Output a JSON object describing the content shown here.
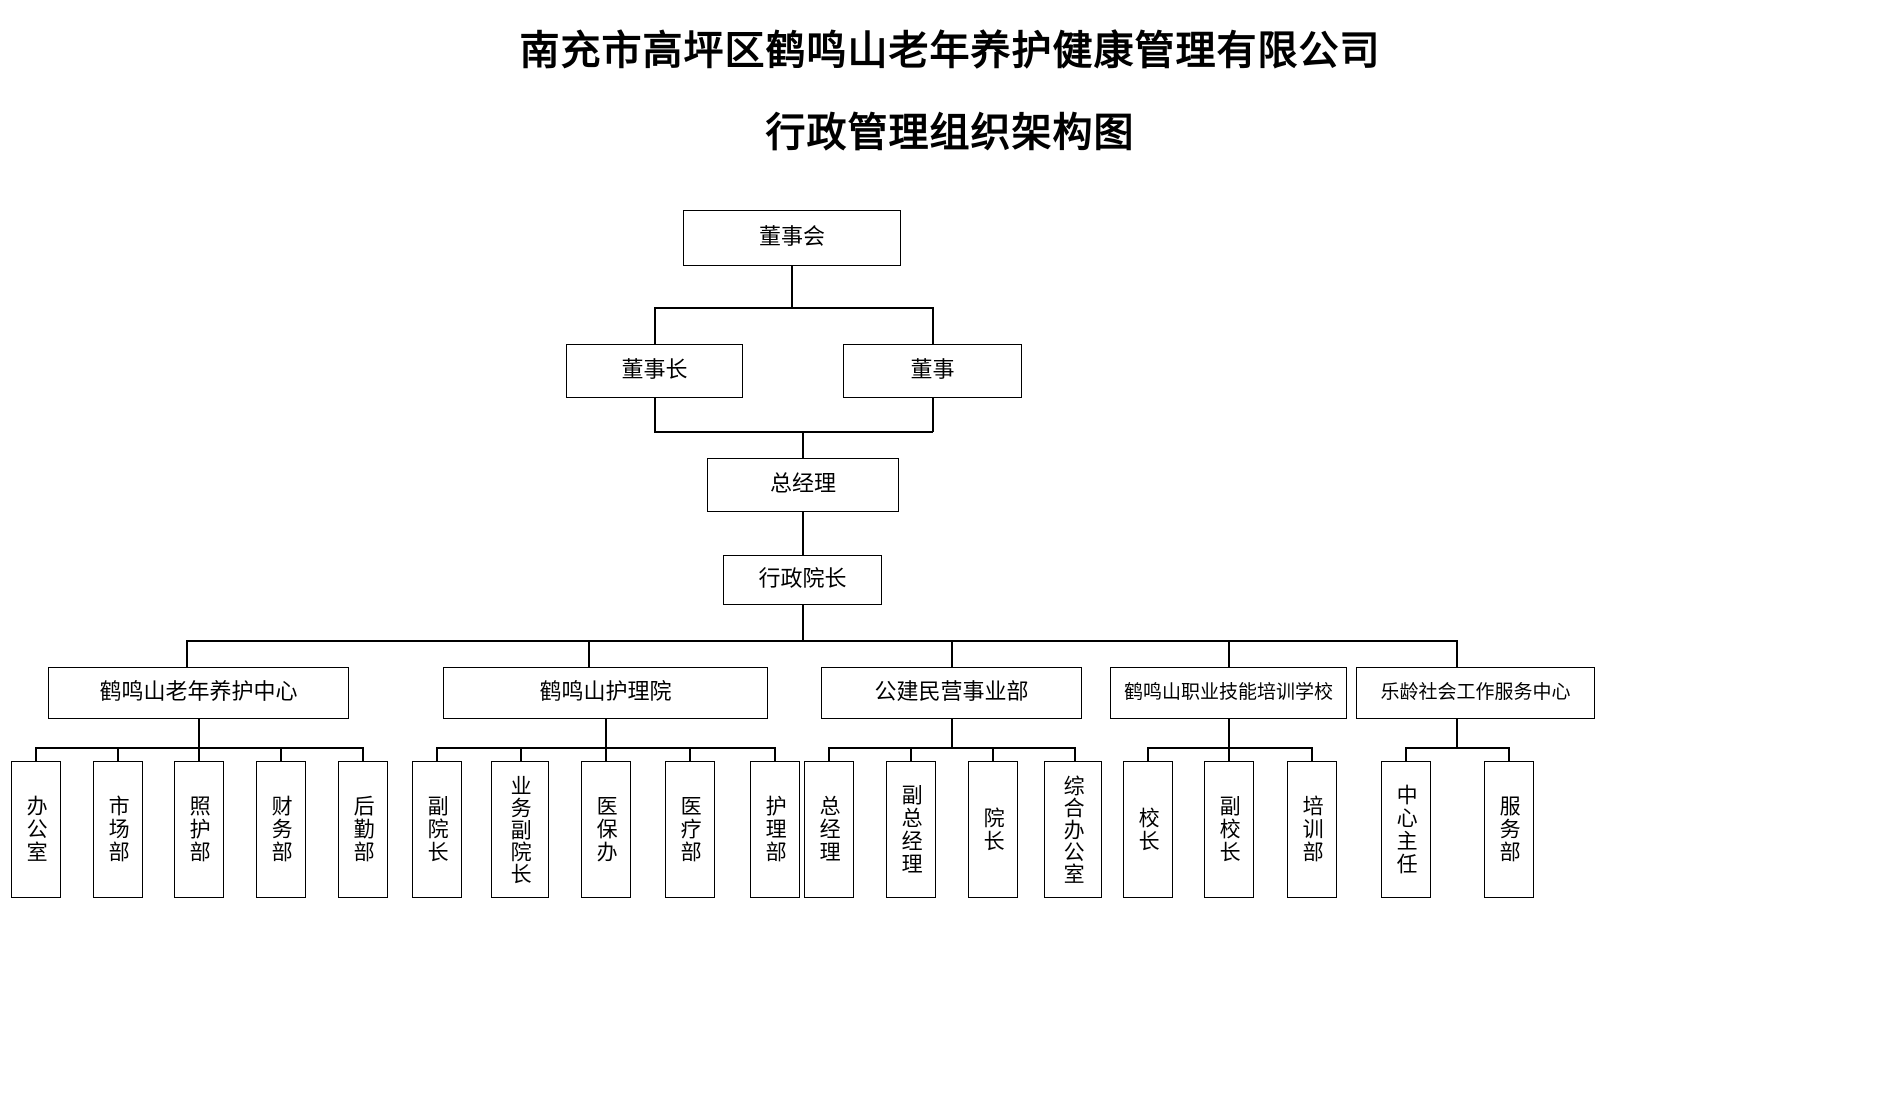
{
  "header": {
    "title_line1": "南充市高坪区鹤鸣山老年养护健康管理有限公司",
    "title_line2": "行政管理组织架构图"
  },
  "chart_data": {
    "type": "diagram",
    "diagram_kind": "organization-chart",
    "title": "南充市高坪区鹤鸣山老年养护健康管理有限公司 行政管理组织架构图",
    "orientation": "top-down",
    "levels": [
      {
        "level": 1,
        "nodes": [
          "董事会"
        ]
      },
      {
        "level": 2,
        "nodes": [
          "董事长",
          "董事"
        ]
      },
      {
        "level": 3,
        "nodes": [
          "总经理"
        ]
      },
      {
        "level": 4,
        "nodes": [
          "行政院长"
        ]
      },
      {
        "level": 5,
        "nodes": [
          "鹤鸣山老年养护中心",
          "鹤鸣山护理院",
          "公建民营事业部",
          "鹤鸣山职业技能培训学校",
          "乐龄社会工作服务中心"
        ]
      },
      {
        "level": 6,
        "nodes": [
          "办公室",
          "市场部",
          "照护部",
          "财务部",
          "后勤部",
          "副院长",
          "业务副院长",
          "医保办",
          "医疗部",
          "护理部",
          "总经理",
          "副总经理",
          "院长",
          "综合办公室",
          "校长",
          "副校长",
          "培训部",
          "中心主任",
          "服务部"
        ]
      }
    ],
    "edges": [
      {
        "from": "董事会",
        "to": "董事长"
      },
      {
        "from": "董事会",
        "to": "董事"
      },
      {
        "from": "董事长",
        "to": "总经理"
      },
      {
        "from": "董事",
        "to": "总经理"
      },
      {
        "from": "总经理",
        "to": "行政院长"
      },
      {
        "from": "行政院长",
        "to": "鹤鸣山老年养护中心"
      },
      {
        "from": "行政院长",
        "to": "鹤鸣山护理院"
      },
      {
        "from": "行政院长",
        "to": "公建民营事业部"
      },
      {
        "from": "行政院长",
        "to": "鹤鸣山职业技能培训学校"
      },
      {
        "from": "行政院长",
        "to": "乐龄社会工作服务中心"
      },
      {
        "from": "鹤鸣山老年养护中心",
        "to": "办公室"
      },
      {
        "from": "鹤鸣山老年养护中心",
        "to": "市场部"
      },
      {
        "from": "鹤鸣山老年养护中心",
        "to": "照护部"
      },
      {
        "from": "鹤鸣山老年养护中心",
        "to": "财务部"
      },
      {
        "from": "鹤鸣山老年养护中心",
        "to": "后勤部"
      },
      {
        "from": "鹤鸣山护理院",
        "to": "副院长"
      },
      {
        "from": "鹤鸣山护理院",
        "to": "业务副院长"
      },
      {
        "from": "鹤鸣山护理院",
        "to": "医保办"
      },
      {
        "from": "鹤鸣山护理院",
        "to": "医疗部"
      },
      {
        "from": "鹤鸣山护理院",
        "to": "护理部"
      },
      {
        "from": "公建民营事业部",
        "to": "总经理"
      },
      {
        "from": "公建民营事业部",
        "to": "副总经理"
      },
      {
        "from": "公建民营事业部",
        "to": "院长"
      },
      {
        "from": "公建民营事业部",
        "to": "综合办公室"
      },
      {
        "from": "鹤鸣山职业技能培训学校",
        "to": "校长"
      },
      {
        "from": "鹤鸣山职业技能培训学校",
        "to": "副校长"
      },
      {
        "from": "鹤鸣山职业技能培训学校",
        "to": "培训部"
      },
      {
        "from": "乐龄社会工作服务中心",
        "to": "中心主任"
      },
      {
        "from": "乐龄社会工作服务中心",
        "to": "服务部"
      }
    ],
    "colors": {
      "box_border": "#000000",
      "box_fill": "#ffffff",
      "text": "#000000",
      "line": "#000000"
    }
  },
  "nodes": {
    "board": "董事会",
    "chairman": "董事长",
    "director": "董事",
    "general_manager": "总经理",
    "admin_dean": "行政院长",
    "div1": "鹤鸣山老年养护中心",
    "div2": "鹤鸣山护理院",
    "div3": "公建民营事业部",
    "div4": "鹤鸣山职业技能培训学校",
    "div5": "乐龄社会工作服务中心"
  },
  "leaves": {
    "g1": [
      "办公室",
      "市场部",
      "照护部",
      "财务部",
      "后勤部"
    ],
    "g2": [
      "副院长",
      "业务副院长",
      "医保办",
      "医疗部",
      "护理部"
    ],
    "g3": [
      "总经理",
      "副总经理",
      "院长",
      "综合办公室"
    ],
    "g4": [
      "校长",
      "副校长",
      "培训部"
    ],
    "g5": [
      "中心主任",
      "服务部"
    ]
  }
}
